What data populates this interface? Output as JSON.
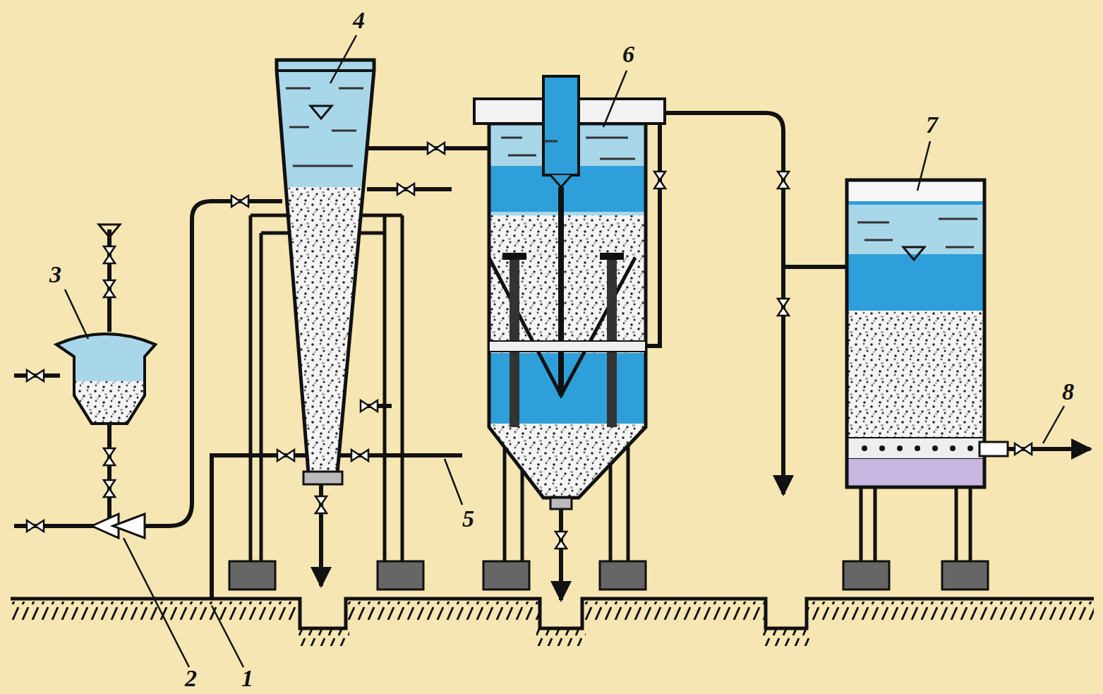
{
  "diagram": {
    "labels": [
      "3",
      "4",
      "6",
      "7",
      "5",
      "8",
      "2",
      "1"
    ]
  }
}
